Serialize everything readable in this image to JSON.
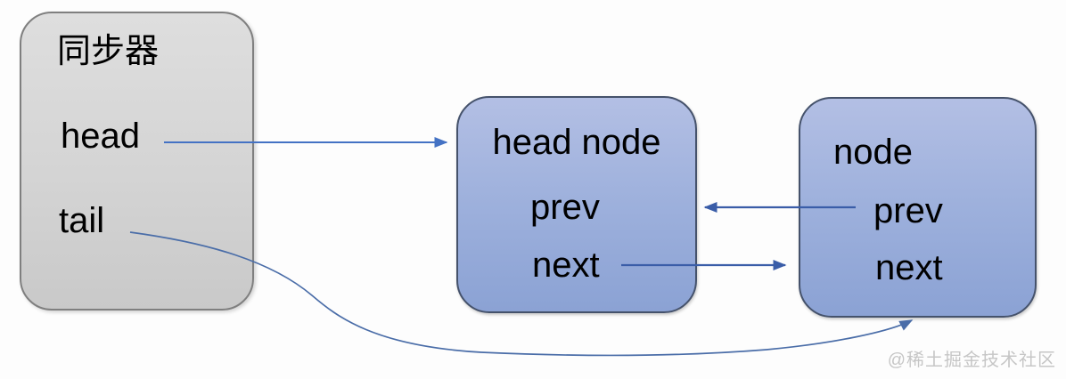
{
  "synchronizer_box": {
    "title": "同步器",
    "head_label": "head",
    "tail_label": "tail"
  },
  "head_node_box": {
    "title": "head node",
    "prev_label": "prev",
    "next_label": "next"
  },
  "node_box": {
    "title": "node",
    "prev_label": "prev",
    "next_label": "next"
  },
  "arrows": [
    {
      "name": "head-to-head-node",
      "from": "head",
      "to": "head node"
    },
    {
      "name": "node-prev-to-head-node",
      "from": "node prev",
      "to": "head node"
    },
    {
      "name": "head-node-next-to-node",
      "from": "head node next",
      "to": "node"
    },
    {
      "name": "tail-to-node",
      "from": "tail",
      "to": "node bottom"
    }
  ],
  "colors": {
    "gray_box_fill": "#d6d6d6",
    "gray_box_border": "#7f7f7f",
    "blue_box_fill": "#9cafdc",
    "blue_box_border": "#45526b",
    "arrow_head_pointer": "#4472c4",
    "arrow_link": "#3a5da8",
    "arrow_tail_pointer": "#4a6da8",
    "text": "#000000",
    "watermark": "#c6c6c6"
  },
  "watermark": "@稀土掘金技术社区"
}
